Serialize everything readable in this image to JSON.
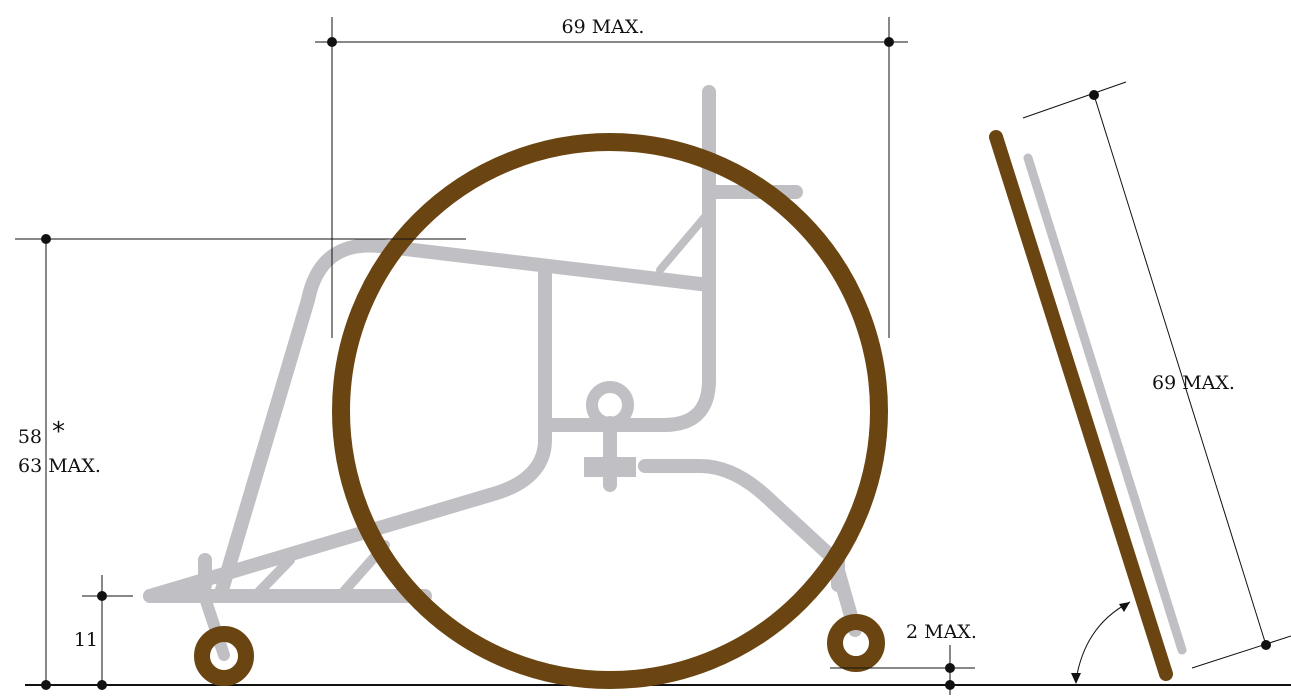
{
  "dimensions": {
    "top_width": "69 MAX.",
    "height_line1": "58",
    "height_star": "*",
    "height_line2": "63 MAX.",
    "footrest_height": "11",
    "caster_clearance": "2 MAX.",
    "wheel_diameter": "69 MAX."
  },
  "colors": {
    "frame": "#c0c0c4",
    "wheel": "#6b4511",
    "line": "#111111",
    "background": "#ffffff"
  }
}
